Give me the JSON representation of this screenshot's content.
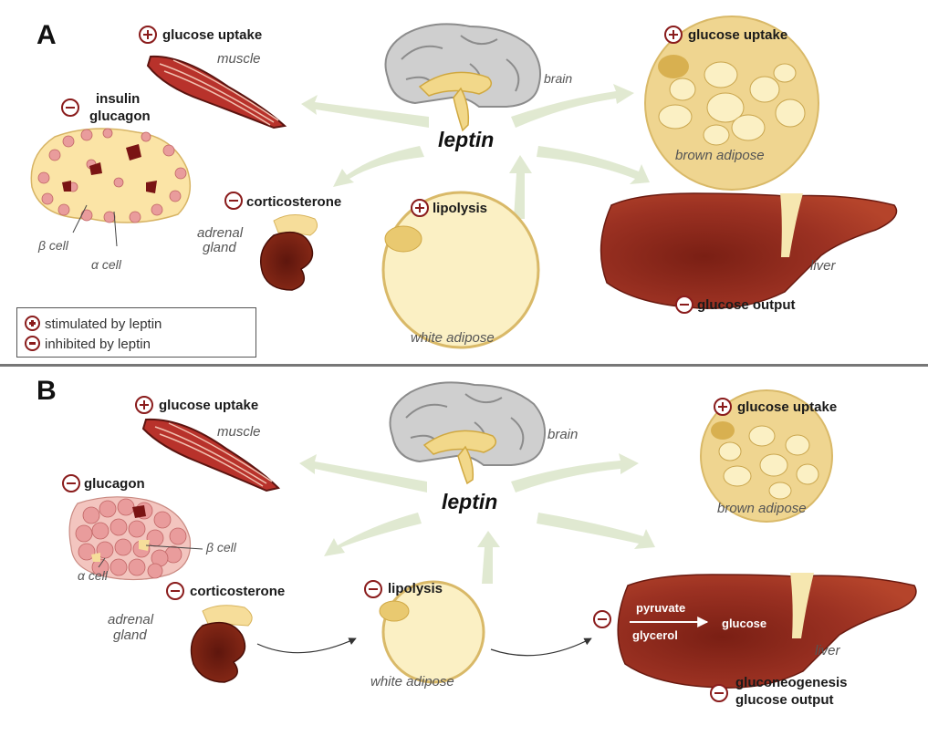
{
  "panel_a": {
    "letter": "A",
    "leptin": "leptin",
    "muscle": {
      "effect": "glucose uptake",
      "organ": "muscle"
    },
    "brain": {
      "organ": "brain"
    },
    "brown_adipose": {
      "effect": "glucose uptake",
      "organ": "brown adipose"
    },
    "pancreas": {
      "effect_line1": "insulin",
      "effect_line2": "glucagon",
      "beta_cell": "β cell",
      "alpha_cell": "α cell"
    },
    "adrenal": {
      "effect": "corticosterone",
      "organ_line1": "adrenal",
      "organ_line2": "gland"
    },
    "white_adipose": {
      "effect": "lipolysis",
      "organ": "white adipose"
    },
    "liver": {
      "effect": "glucose output",
      "organ": "liver"
    },
    "legend": {
      "stimulated": "stimulated by leptin",
      "inhibited": "inhibited by leptin"
    }
  },
  "panel_b": {
    "letter": "B",
    "leptin": "leptin",
    "muscle": {
      "effect": "glucose uptake",
      "organ": "muscle"
    },
    "brain": {
      "organ": "brain"
    },
    "brown_adipose": {
      "effect": "glucose uptake",
      "organ": "brown adipose"
    },
    "pancreas": {
      "effect": "glucagon",
      "beta_cell": "β cell",
      "alpha_cell": "α cell"
    },
    "adrenal": {
      "effect": "corticosterone",
      "organ_line1": "adrenal",
      "organ_line2": "gland"
    },
    "white_adipose": {
      "effect": "lipolysis",
      "organ": "white adipose"
    },
    "liver": {
      "effect_line1": "gluconeogenesis",
      "effect_line2": "glucose output",
      "organ": "liver",
      "pyruvate": "pyruvate",
      "glycerol": "glycerol",
      "glucose": "glucose"
    }
  },
  "colors": {
    "sign": "#8a1c1c",
    "muscle": "#b8322b",
    "liver": "#8e2a1c",
    "adipose_fill": "#fbf0c4",
    "adipose_edge": "#d9b968",
    "arrow": "#dfe8cf",
    "pancreas_a": "#fbe4a6",
    "pancreas_cells": "#e99c9c"
  }
}
